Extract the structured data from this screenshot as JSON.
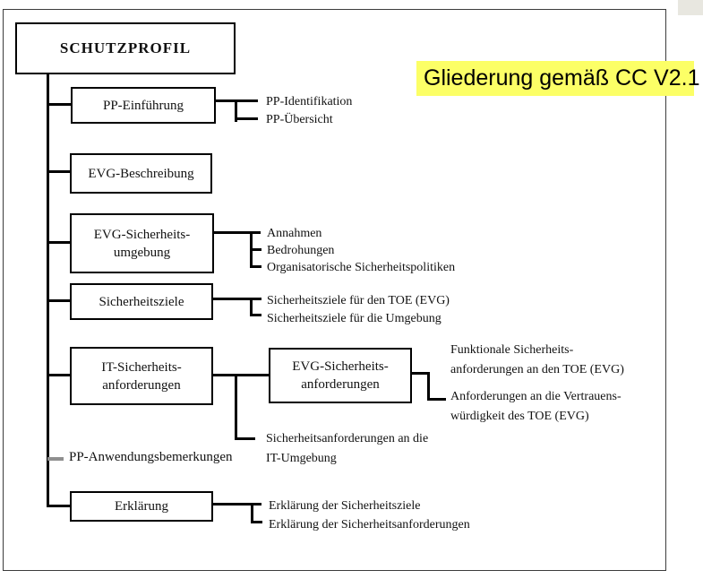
{
  "badge": {
    "label": "Gliederung gemäß CC V2.1",
    "bg_color": "#fcff66"
  },
  "tree": {
    "root_label": "SCHUTZPROFIL",
    "sections": [
      {
        "box": "PP-Einführung",
        "leaves": [
          "PP-Identifikation",
          "PP-Übersicht"
        ]
      },
      {
        "box": "EVG-Beschreibung",
        "leaves": []
      },
      {
        "box": "EVG-Sicherheits-\numgebung",
        "leaves": [
          "Annahmen",
          "Bedrohungen",
          "Organisatorische Sicherheitspolitiken"
        ]
      },
      {
        "box": "Sicherheitsziele",
        "leaves": [
          "Sicherheitsziele für den TOE (EVG)",
          "Sicherheitsziele für die Umgebung"
        ]
      },
      {
        "box": "IT-Sicherheits-\nanforderungen",
        "leaves": [
          "Sicherheitsanforderungen an die\nIT-Umgebung"
        ],
        "subbox": {
          "box": "EVG-Sicherheits-\nanforderungen",
          "leaves": [
            "Funktionale Sicherheits-\nanforderungen an den TOE (EVG)",
            "Anforderungen an die Vertrauens-\nwürdigkeit des TOE (EVG)"
          ]
        }
      },
      {
        "text": "PP-Anwendungsbemerkungen"
      },
      {
        "box": "Erklärung",
        "leaves": [
          "Erklärung der Sicherheitsziele",
          "Erklärung der Sicherheitsanforderungen"
        ]
      }
    ]
  },
  "colors": {
    "line": "#000000",
    "gray_tick": "#8f8f8f",
    "frame_border": "#3c3c3c"
  }
}
